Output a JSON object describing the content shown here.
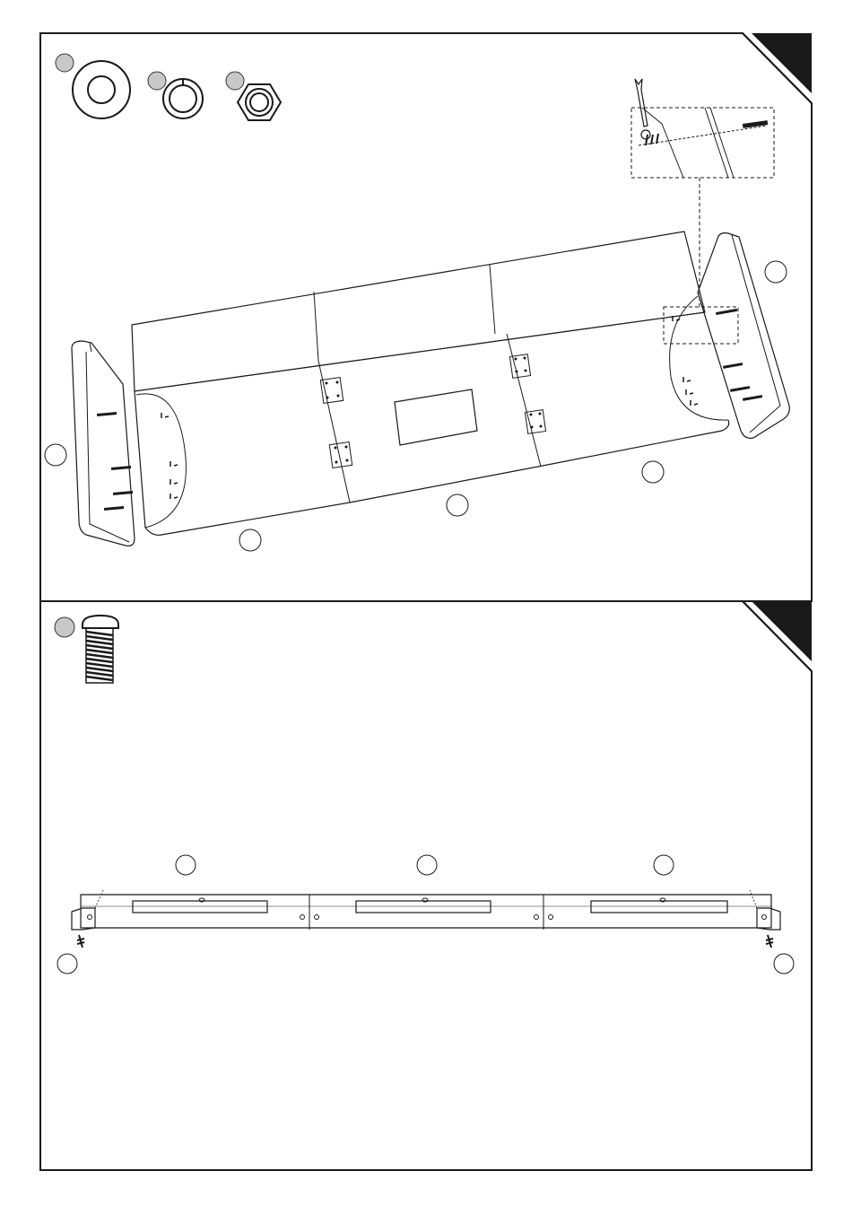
{
  "document": {
    "type": "assembly-instruction-page",
    "panel_count": 2
  },
  "step1": {
    "hardware_items": [
      {
        "name": "washer",
        "icon": "washer-icon"
      },
      {
        "name": "split-lock-washer",
        "icon": "lock-washer-icon"
      },
      {
        "name": "hex-nut",
        "icon": "hex-nut-icon"
      }
    ],
    "parts": [
      "left-arm",
      "left-seat-section",
      "middle-seat-section",
      "right-seat-section",
      "right-arm"
    ],
    "detail_view": "zoom-detail-box"
  },
  "step2": {
    "hardware_items": [
      {
        "name": "bolt",
        "icon": "bolt-icon"
      }
    ],
    "parts": [
      "left-base-section",
      "middle-base-section",
      "right-base-section",
      "left-bracket",
      "right-bracket"
    ]
  },
  "colors": {
    "line": "#1a1a1a",
    "callout_fill": "#c8c8c8",
    "corner_tab": "#1a1a1a"
  }
}
